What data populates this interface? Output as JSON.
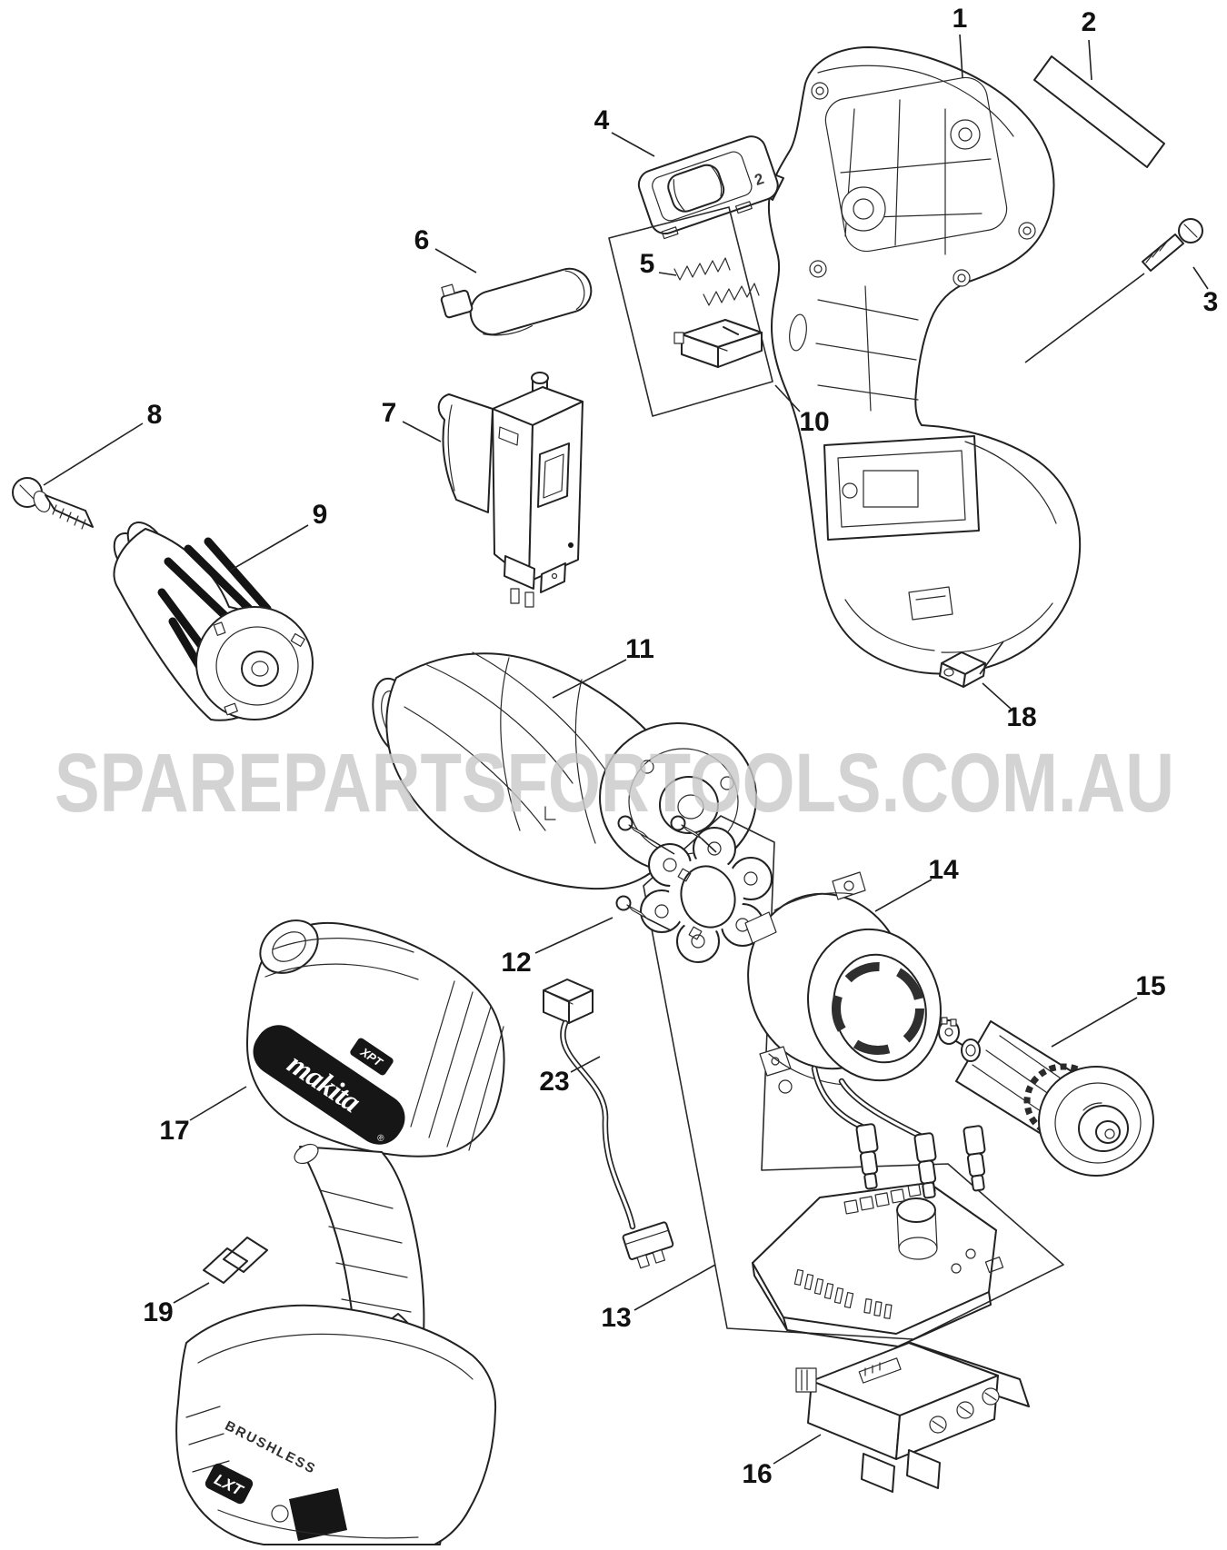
{
  "watermark": {
    "text": "SPAREPARTSFORTOOLS.COM.AU",
    "color": "#c9c9c9"
  },
  "branding": {
    "logo": "makita",
    "registered": "®",
    "xpt": "XPT",
    "brushless": "BRUSHLESS",
    "lxt": "LXT",
    "speed_marking": "2"
  },
  "diagram": {
    "background": "#ffffff",
    "line_color": "#222222"
  },
  "callouts": [
    {
      "label": "1"
    },
    {
      "label": "2"
    },
    {
      "label": "3"
    },
    {
      "label": "4"
    },
    {
      "label": "5"
    },
    {
      "label": "6"
    },
    {
      "label": "7"
    },
    {
      "label": "8"
    },
    {
      "label": "9"
    },
    {
      "label": "10"
    },
    {
      "label": "11"
    },
    {
      "label": "12"
    },
    {
      "label": "13"
    },
    {
      "label": "14"
    },
    {
      "label": "15"
    },
    {
      "label": "16"
    },
    {
      "label": "17"
    },
    {
      "label": "18"
    },
    {
      "label": "19"
    },
    {
      "label": "23"
    }
  ]
}
